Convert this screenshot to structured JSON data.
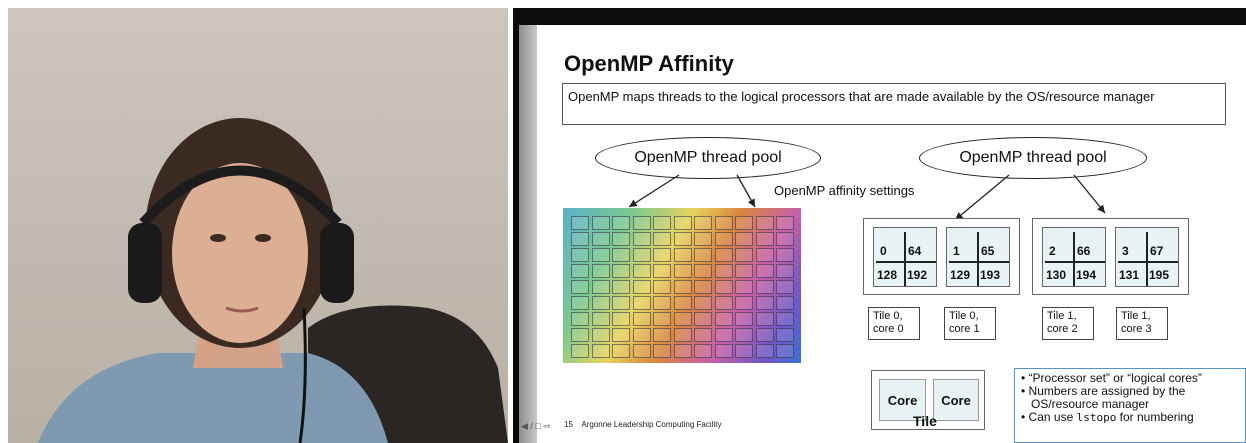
{
  "slide": {
    "title": "OpenMP Affinity",
    "intro": "OpenMP maps threads to the logical processors that are made available by the OS/resource manager",
    "pool_left": "OpenMP thread pool",
    "pool_right": "OpenMP thread pool",
    "affinity_label": "OpenMP affinity settings",
    "groups": [
      {
        "tiles": [
          {
            "a": "0",
            "b": "64",
            "c": "128",
            "d": "192"
          },
          {
            "a": "1",
            "b": "65",
            "c": "129",
            "d": "193"
          }
        ]
      },
      {
        "tiles": [
          {
            "a": "2",
            "b": "66",
            "c": "130",
            "d": "194"
          },
          {
            "a": "3",
            "b": "67",
            "c": "131",
            "d": "195"
          }
        ]
      }
    ],
    "core_labels": [
      "Tile 0,\ncore 0",
      "Tile 0,\ncore 1",
      "Tile 1,\ncore 2",
      "Tile 1,\ncore 3"
    ],
    "core_labels_l1": [
      "Tile 0,",
      "Tile 0,",
      "Tile 1,",
      "Tile 1,"
    ],
    "core_labels_l2": [
      "core 0",
      "core 1",
      "core 2",
      "core 3"
    ],
    "core_word": "Core",
    "tile_word": "Tile",
    "notes": [
      "“Processor set” or “logical cores”",
      "Numbers are assigned by the OS/resource manager"
    ],
    "note3_prefix": "Can use ",
    "note3_code": "lstopo",
    "note3_suffix": " for numbering",
    "slide_number": "15",
    "footer": "Argonne Leadership Computing Facility",
    "footer_icons": "◀ / □ ⇨"
  },
  "colors": {
    "slide_bg": "#ffffff",
    "frame": "#0b0b0b",
    "tile_fill": "#e8f3f6",
    "notes_border": "#5a8fc2"
  }
}
